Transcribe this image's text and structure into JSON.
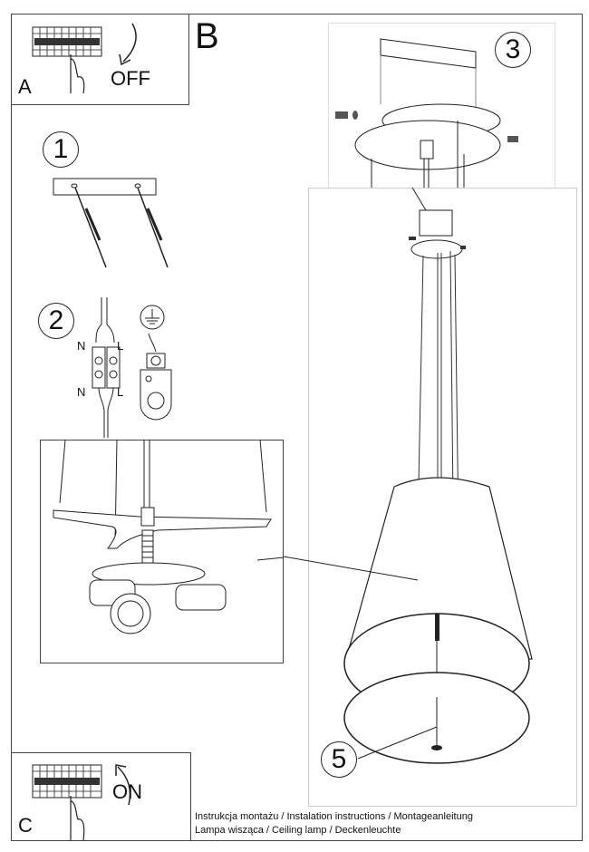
{
  "panels": {
    "a": {
      "letter": "A",
      "label": "OFF"
    },
    "b": {
      "letter": "B"
    },
    "c": {
      "letter": "C",
      "label": "ON"
    }
  },
  "steps": [
    {
      "number": "1",
      "description": "mounting plate with wall anchors"
    },
    {
      "number": "2",
      "description": "wire connection terminal and earth"
    },
    {
      "number": "3",
      "description": "ceiling bracket and canopy"
    },
    {
      "number": "5",
      "description": "diffuser disc screw"
    }
  ],
  "wiring": {
    "top_left": "N",
    "top_right": "L",
    "bottom_left": "N",
    "bottom_right": "L"
  },
  "caption": {
    "line1": "Instrukcja montażu / Instalation instructions / Montageanleitung",
    "line2": "Lampa wisząca / Ceiling lamp / Deckenleuchte"
  }
}
